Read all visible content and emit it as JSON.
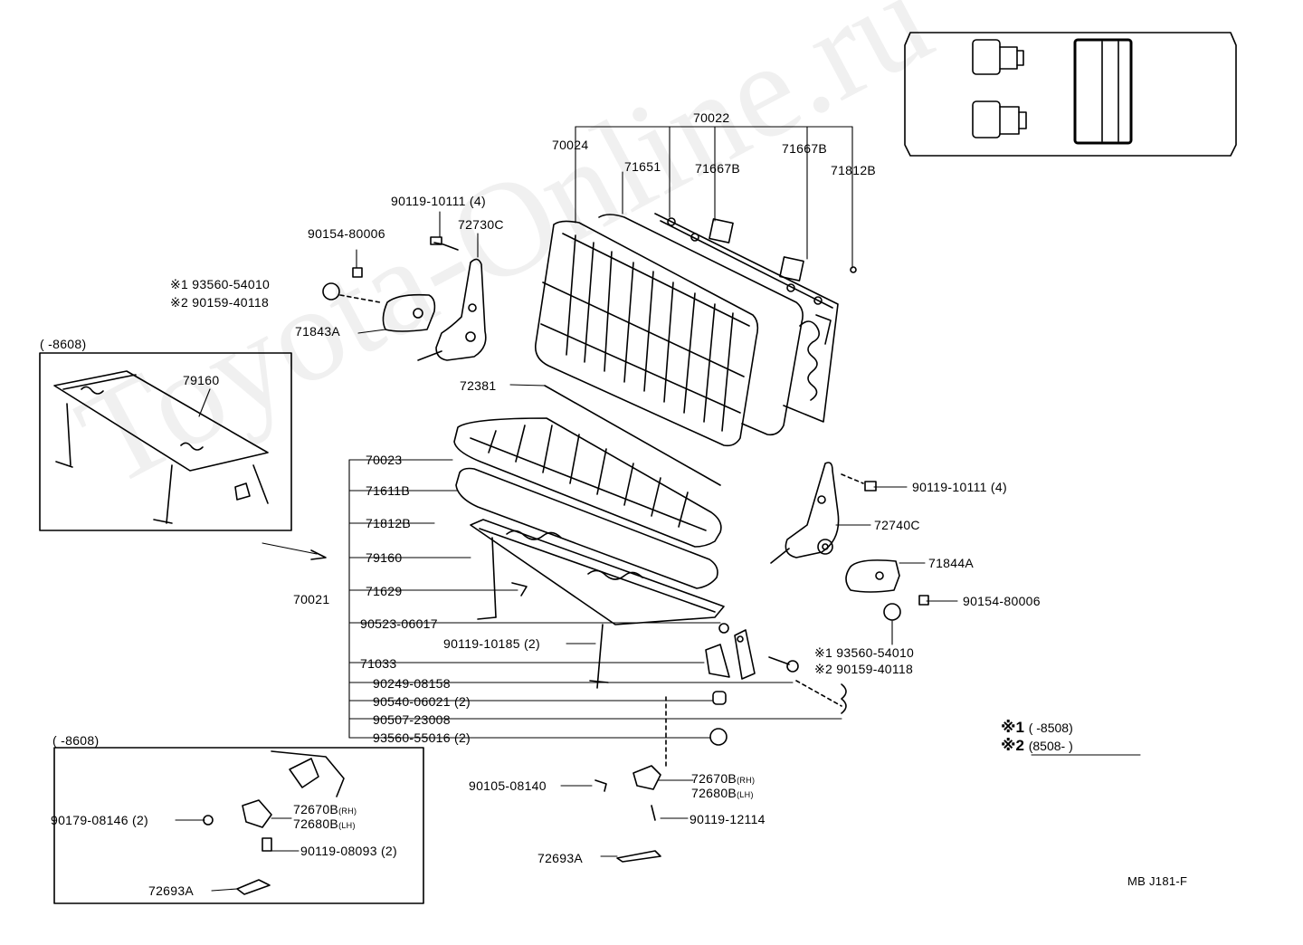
{
  "watermark": "Toyota-Online.ru",
  "footer": {
    "code": "MB J181-F"
  },
  "notes": [
    {
      "mark": "※1",
      "range": "(        -8508)"
    },
    {
      "mark": "※2",
      "range": "(8508-          )"
    }
  ],
  "insets": {
    "frame_range": "(          -8608)",
    "bracket_range": "(          -8608)"
  },
  "parts": {
    "p70022": "70022",
    "p70024": "70024",
    "p71651": "71651",
    "p71667b_1": "71667B",
    "p71667b_2": "71667B",
    "p71812b_top": "71812B",
    "p90119_10111_top": "90119-10111 (4)",
    "p72730c": "72730C",
    "p90154_80006_left": "90154-80006",
    "p93560_54010_left": "※1 93560-54010",
    "p90159_40118_left": "※2 90159-40118",
    "p71843a": "71843A",
    "p79160_inset": "79160",
    "p72381": "72381",
    "p70023": "70023",
    "p71611b": "71611B",
    "p71812b_mid": "71812B",
    "p79160": "79160",
    "p70021": "70021",
    "p71629": "71629",
    "p90523_06017": "90523-06017",
    "p90119_10185": "90119-10185 (2)",
    "p71033": "71033",
    "p90249_08158": "90249-08158",
    "p90540_06021": "90540-06021 (2)",
    "p90507_23008": "90507-23008",
    "p93560_55016": "93560-55016 (2)",
    "p90119_10111_right": "90119-10111 (4)",
    "p72740c": "72740C",
    "p71844a": "71844A",
    "p90154_80006_right": "90154-80006",
    "p93560_54010_right": "※1  93560-54010",
    "p90159_40118_right": "※2  90159-40118",
    "p90105_08140": "90105-08140",
    "p72670b": "72670B",
    "p72670b_side": "(RH)",
    "p72680b": "72680B",
    "p72680b_side": "(LH)",
    "p90119_12114": "90119-12114",
    "p72693a": "72693A",
    "p90179_08146": "90179-08146 (2)",
    "p72670b_inset": "72670B",
    "p72670b_inset_side": "(RH)",
    "p72680b_inset": "72680B",
    "p72680b_inset_side": "(LH)",
    "p90119_08093": "90119-08093 (2)",
    "p72693a_inset": "72693A"
  }
}
